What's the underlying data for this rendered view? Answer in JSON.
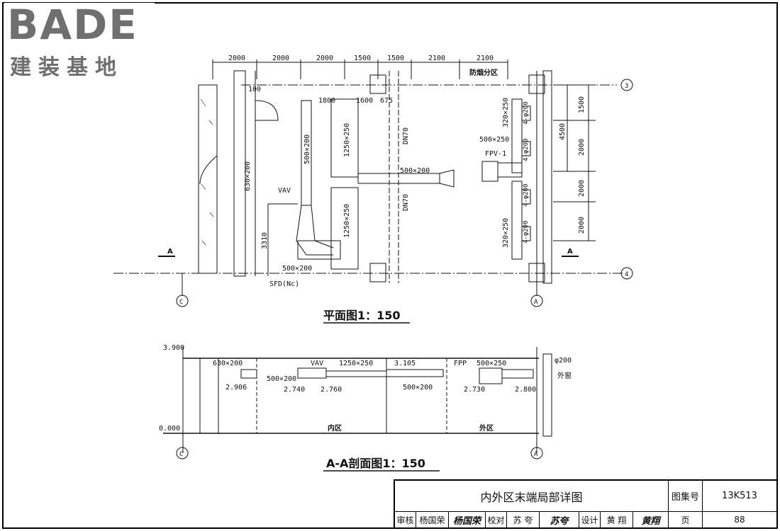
{
  "logo": {
    "brand": "BADE",
    "subtitle": "建装基地"
  },
  "plan": {
    "title": "平面图1：150",
    "top_dims": [
      "2000",
      "2000",
      "2000",
      "1500",
      "1500",
      "2100",
      "2100"
    ],
    "sub_dims": [
      "1800",
      "1600",
      "675"
    ],
    "dim_100": "100",
    "fire_zone": "防烟分区",
    "right_dims": [
      "1500",
      "2000",
      "2000",
      "2000"
    ],
    "dim_4500": "4500",
    "axis_labels": {
      "c": "C",
      "a": "A",
      "n3": "3",
      "n4": "4"
    },
    "section_marks": [
      "A",
      "A"
    ],
    "labels": {
      "duct_630_200": "630×200",
      "duct_500_200_v": "500×200",
      "duct_1250_250_a": "1250×250",
      "duct_1250_250_b": "1250×250",
      "dn70_a": "DN70",
      "dn70_b": "DN70",
      "duct_500_250": "500×250",
      "fpv": "FPV-1",
      "duct_500_200_h": "500×200",
      "duct_320_250_a": "320×250",
      "duct_320_250_b": "320×250",
      "vav": "VAV",
      "dim_3310": "3310",
      "duct_500_200_bottom": "500×200",
      "sfd": "SFD(Nc)",
      "phi": [
        "4-φ200",
        "4-φ200",
        "4-φ200",
        "4-φ200"
      ]
    }
  },
  "section": {
    "title": "A-A剖面图1：150",
    "level_top": "3.900",
    "level_bot": "0.000",
    "labels": {
      "duct_630_200": "630×200",
      "vav": "VAV",
      "duct_1250_250": "1250×250",
      "el_3105": "3.105",
      "fpp": "FPP",
      "duct_500_250": "500×250",
      "phi200": "φ200",
      "window": "外窗",
      "duct_500_200_a": "500×200",
      "duct_500_200_b": "500×200",
      "el_2906": "2.906",
      "el_2740": "2.740",
      "el_2760": "2.760",
      "el_2730": "2.730",
      "el_2800": "2.800",
      "zone_inner": "内区",
      "zone_outer": "外区"
    },
    "axis_labels": {
      "c": "C",
      "a": "A"
    }
  },
  "title_block": {
    "drawing_name": "内外区末端局部详图",
    "atlas_label": "图集号",
    "atlas_no": "13K513",
    "page_label": "页",
    "page_no": "88",
    "review_label": "审核",
    "reviewer": "杨国荣",
    "review_sig": "杨国荣",
    "check_label": "校对",
    "checker": "苏 夸",
    "check_sig": "苏夸",
    "design_label": "设计",
    "designer": "黄 翔",
    "design_sig": "黄翔"
  }
}
